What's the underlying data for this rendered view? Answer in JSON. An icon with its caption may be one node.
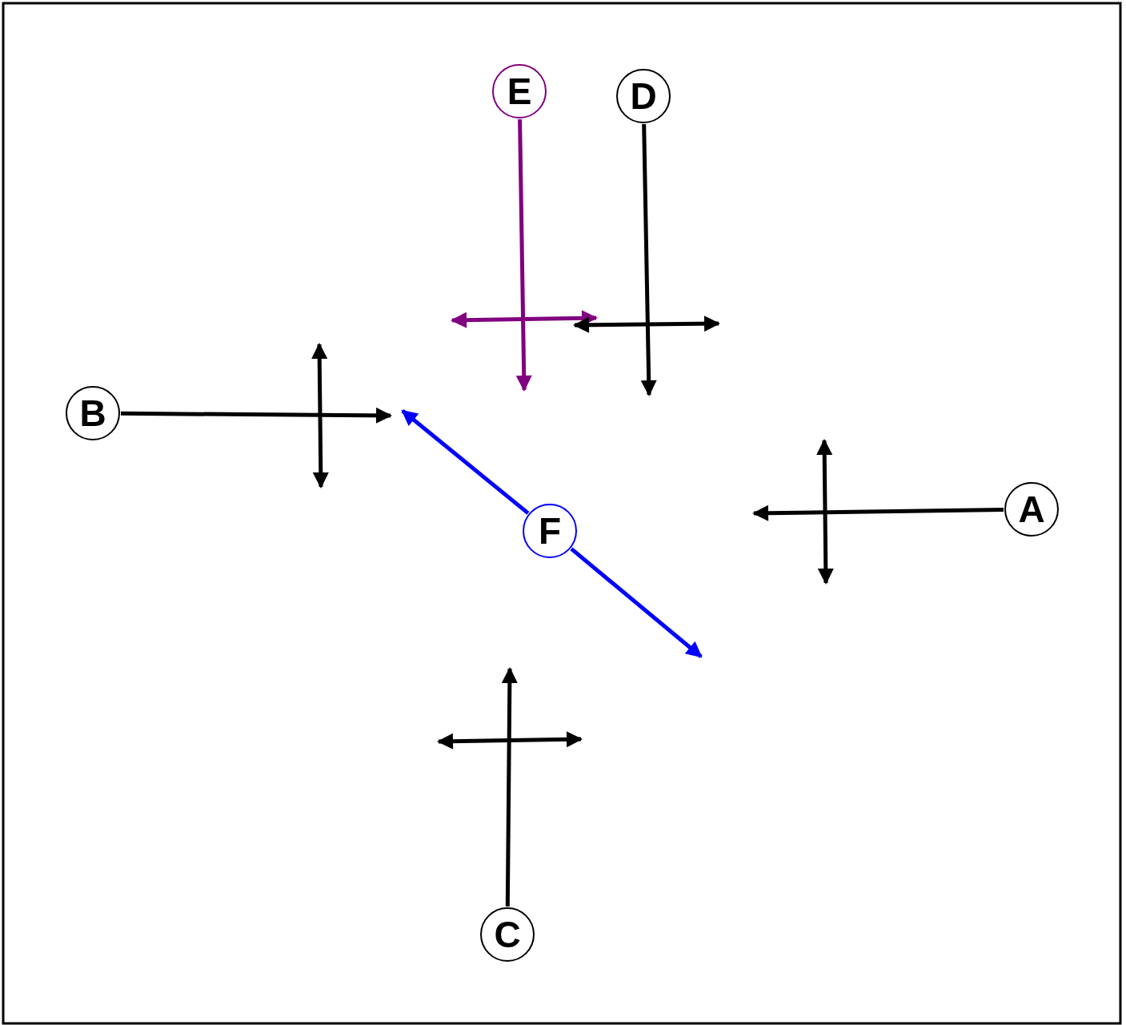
{
  "diagram": {
    "nodes": [
      {
        "text": [
          "E"
        ]
      },
      {
        "text": [
          "D"
        ]
      },
      {
        "text": [
          "B"
        ]
      },
      {
        "text": [
          "F"
        ]
      },
      {
        "text": [
          "A"
        ]
      },
      {
        "text": [
          "C"
        ]
      }
    ],
    "edges": [
      {
        "from": 0,
        "to": null,
        "arrow": "to",
        "color": "#800080"
      },
      {
        "from": 1,
        "to": null,
        "arrow": "to"
      },
      {
        "from": 2,
        "to": null,
        "arrow": "to"
      },
      {
        "from": 3,
        "to": null,
        "arrow": "to",
        "color": "#0000ff"
      },
      {
        "from": 3,
        "to": null,
        "arrow": "to",
        "color": "#0000ff"
      },
      {
        "from": 4,
        "to": null,
        "arrow": "to"
      },
      {
        "from": 5,
        "to": null,
        "arrow": "to"
      }
    ]
  }
}
